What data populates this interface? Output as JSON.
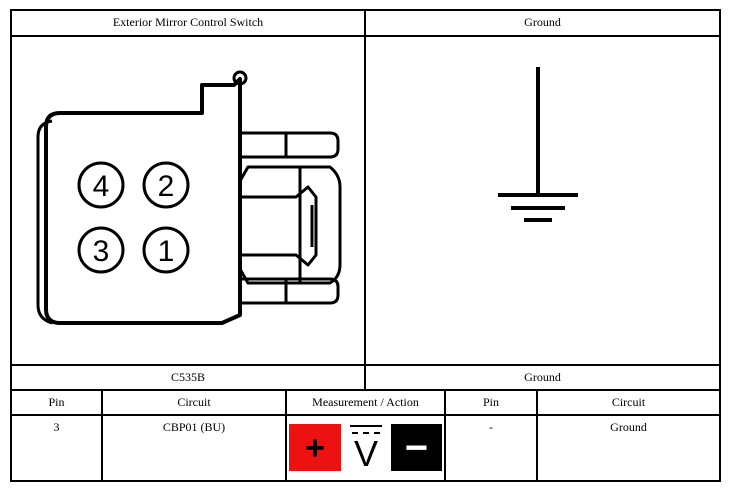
{
  "header": {
    "left_title": "Exterior Mirror Control Switch",
    "right_title": "Ground"
  },
  "connector": {
    "pins": [
      "4",
      "2",
      "3",
      "1"
    ]
  },
  "labels": {
    "left_caption": "C535B",
    "right_caption": "Ground"
  },
  "table": {
    "columns": [
      "Pin",
      "Circuit",
      "Measurement / Action",
      "Pin",
      "Circuit"
    ],
    "row": {
      "pin_left": "3",
      "circuit_left": "CBP01 (BU)",
      "pin_right": "-",
      "circuit_right": "Ground"
    }
  },
  "meter": {
    "plus_symbol": "+",
    "minus_symbol": "−",
    "unit": "V",
    "plus_color": "#ee1111",
    "minus_color": "#000000"
  }
}
